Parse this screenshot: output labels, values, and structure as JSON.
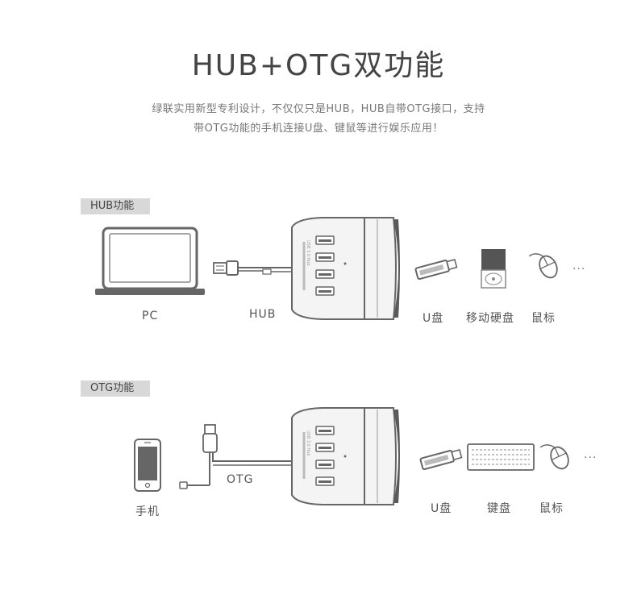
{
  "title": "HUB+OTG双功能",
  "description": {
    "line1": "绿联实用新型专利设计，不仅仅只是HUB，HUB自带OTG接口，支持",
    "line2": "带OTG功能的手机连接U盘、键鼠等进行娱乐应用！"
  },
  "hub_section": {
    "tag": "HUB功能",
    "labels": {
      "pc": "PC",
      "hub": "HUB",
      "udisk": "U盘",
      "hdd": "移动硬盘",
      "mouse": "鼠标",
      "ellipsis": "···"
    },
    "device_print": "USB 3.0 Hub"
  },
  "otg_section": {
    "tag": "OTG功能",
    "labels": {
      "phone": "手机",
      "otg": "OTG",
      "udisk": "U盘",
      "keyboard": "键盘",
      "mouse": "鼠标",
      "ellipsis": "···"
    },
    "device_print": "USB 3.0 Hub"
  },
  "colors": {
    "line": "#888888",
    "hub_body": "#f2f2f2",
    "hub_dark": "#5a5a5a",
    "tag_bg": "#d8d8d8"
  }
}
